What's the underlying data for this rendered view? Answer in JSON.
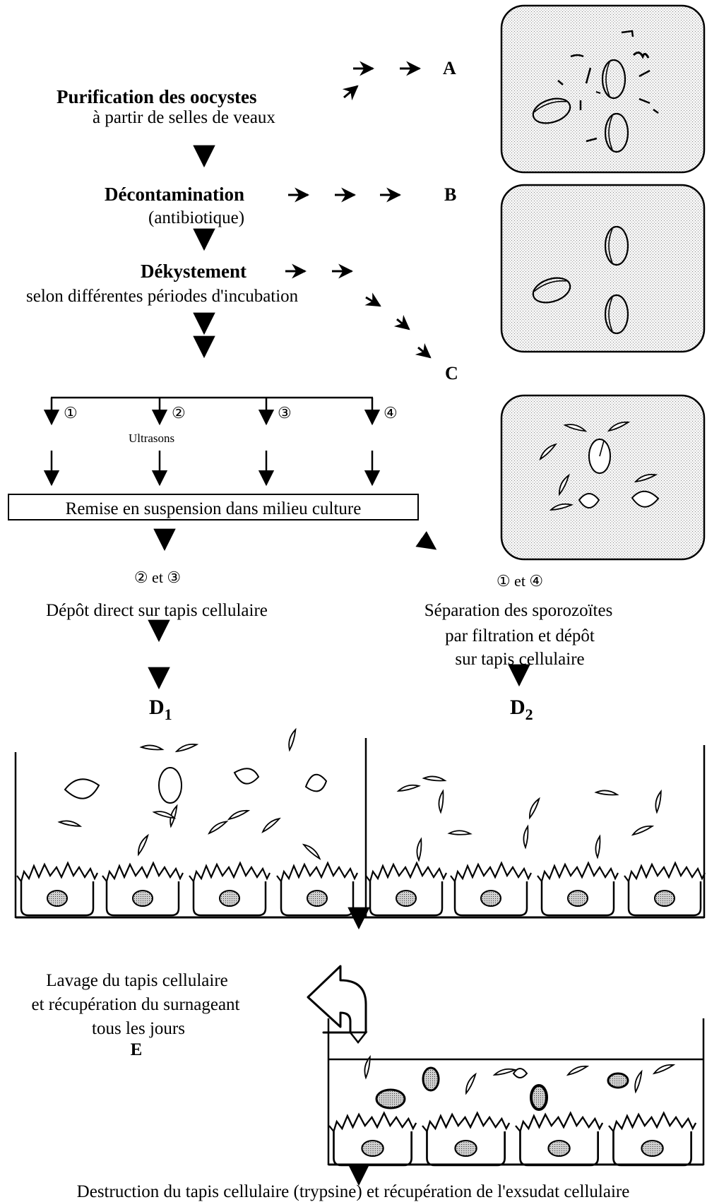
{
  "step_purification": {
    "title": "Purification des oocystes",
    "subtitle": "à partir de selles de veaux"
  },
  "step_decontamination": {
    "title": "Décontamination",
    "subtitle": "(antibiotique)"
  },
  "step_dekystement": {
    "title": "Dékystement",
    "subtitle": "selon différentes périodes d'incubation"
  },
  "panel_labels": {
    "a": "A",
    "b": "B",
    "c": "C",
    "d1": "D",
    "d1_sub": "1",
    "d2": "D",
    "d2_sub": "2",
    "e": "E"
  },
  "branches": [
    {
      "number": "①",
      "note": ""
    },
    {
      "number": "②",
      "note": "Ultrasons"
    },
    {
      "number": "③",
      "note": ""
    },
    {
      "number": "④",
      "note": ""
    }
  ],
  "resuspension": "Remise en suspension dans milieu culture",
  "left_path": {
    "numbers": "② et ③",
    "text": "Dépôt direct sur tapis cellulaire"
  },
  "right_path": {
    "numbers": "① et ④",
    "line1": "Séparation des sporozoïtes",
    "line2": "par filtration et dépôt",
    "line3": "sur tapis cellulaire"
  },
  "wash": {
    "line1": "Lavage du tapis cellulaire",
    "line2": "et récupération du surnageant",
    "line3": "tous les jours"
  },
  "final": "Destruction du tapis cellulaire (trypsine) et récupération de l'exsudat cellulaire",
  "icons": [
    "arrow-right-icon",
    "arrow-down-icon",
    "arrow-diagonal-icon",
    "u-turn-arrow-icon",
    "oocyst-icon",
    "sporozoite-icon",
    "host-cell-icon"
  ]
}
